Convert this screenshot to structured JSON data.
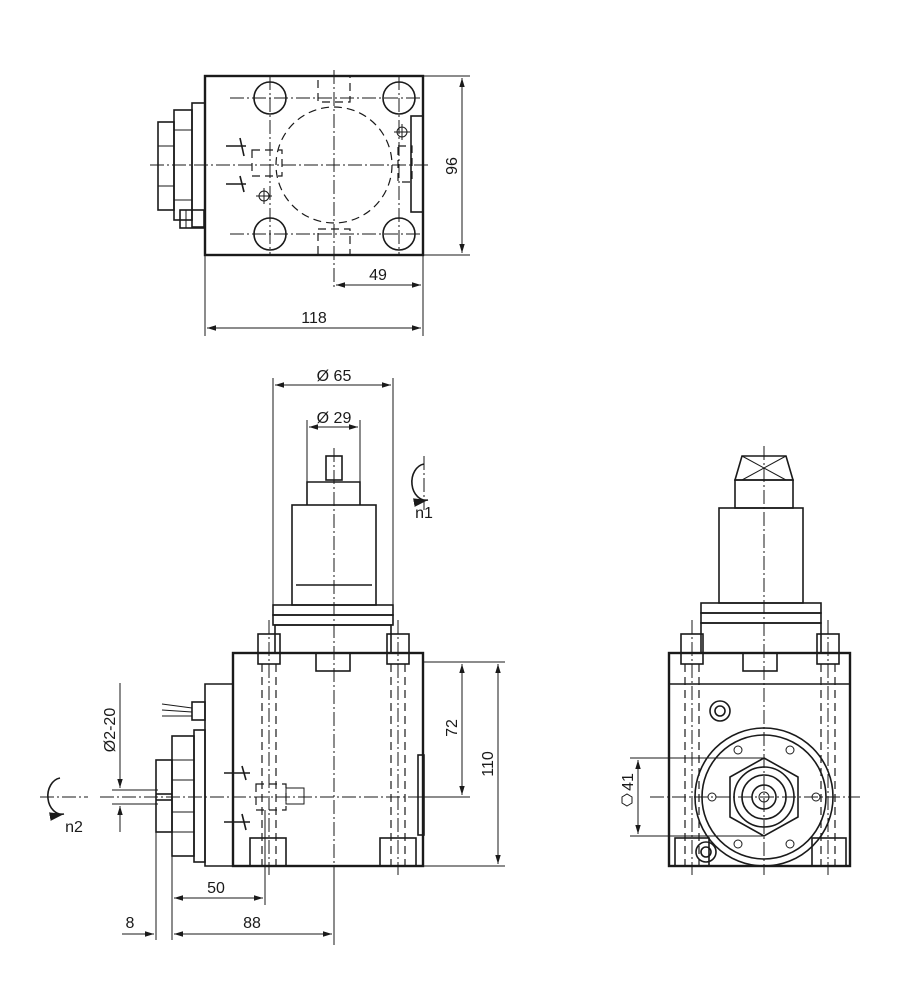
{
  "dimensions": {
    "top_height": "96",
    "top_offset": "49",
    "top_width": "118",
    "dia_outer": "Ø 65",
    "dia_inner": "Ø 29",
    "rot_top": "n1",
    "rot_side": "n2",
    "dia_thread": "Ø2-20",
    "h_72": "72",
    "h_110": "110",
    "len_50": "50",
    "len_8": "8",
    "len_88": "88",
    "hex_41": "41"
  }
}
